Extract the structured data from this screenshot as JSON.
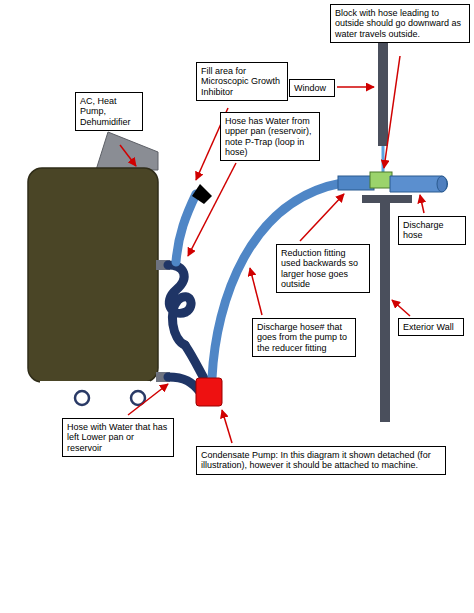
{
  "diagram": {
    "nodes": [
      {
        "text": [
          "AC, Heat Pump, Dehumidifier"
        ]
      },
      {
        "text": [
          "Fill area for Microscopic Growth Inhibitor"
        ]
      },
      {
        "text": [
          "Window"
        ]
      },
      {
        "text": [
          "Block with hose leading to outside should go downward as water travels outside."
        ]
      },
      {
        "text": [
          "Hose has Water from upper pan (reservoir), note P-Trap (loop in hose)"
        ]
      },
      {
        "text": [
          "Discharge hose"
        ]
      },
      {
        "text": [
          "Reduction fitting used backwards so larger hose goes outside"
        ]
      },
      {
        "text": [
          "Discharge hose# that goes from the pump to the reducer fitting"
        ]
      },
      {
        "text": [
          "Exterior Wall"
        ]
      },
      {
        "text": [
          "Hose with Water that has left Lower pan or reservoir"
        ]
      },
      {
        "text": [
          "Condensate Pump: In this diagram it shown detached (for illustration), however it should be attached to machine."
        ]
      }
    ]
  }
}
